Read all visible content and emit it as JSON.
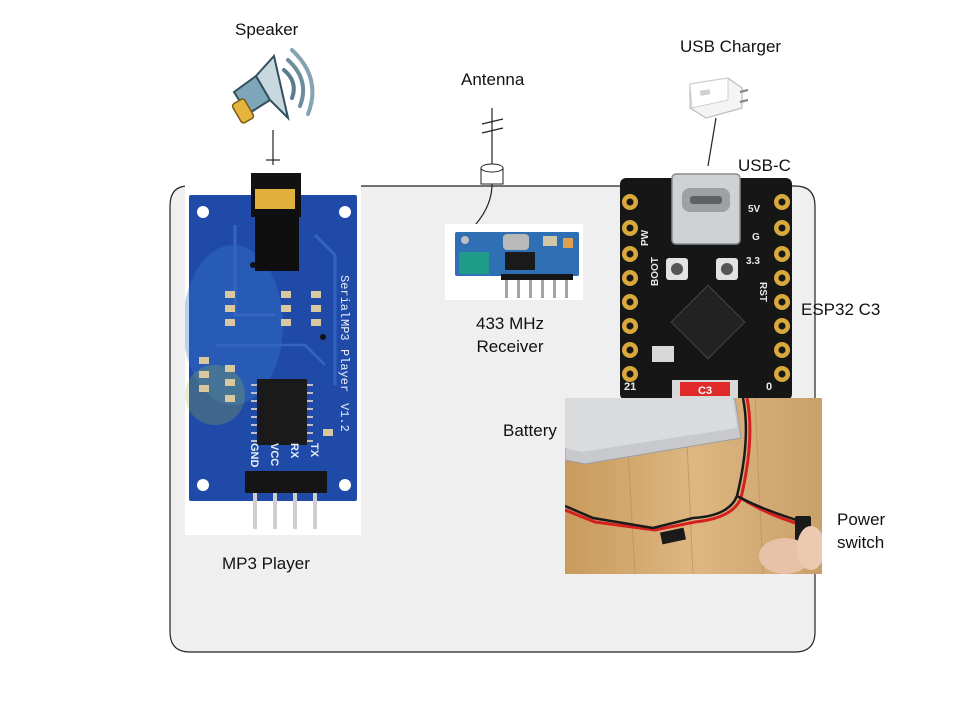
{
  "labels": {
    "speaker": "Speaker",
    "antenna": "Antenna",
    "usb_charger": "USB Charger",
    "usb_c": "USB-C",
    "esp32": "ESP32 C3",
    "receiver_line1": "433 MHz",
    "receiver_line2": "Receiver",
    "battery": "Battery",
    "mp3_player": "MP3 Player",
    "power_switch_line1": "Power",
    "power_switch_line2": "switch"
  },
  "mp3_board": {
    "silkscreen": [
      "Serial",
      "MP3",
      "Player",
      "V1.2"
    ],
    "pins": [
      "GND",
      "VCC",
      "RX",
      "TX"
    ]
  },
  "esp32_board": {
    "pins_left_top": "PW",
    "boot_label": "BOOT",
    "rst_label": "RST",
    "pin_5v": "5V",
    "pin_g": "G",
    "pin_33": "3.3",
    "pin_21": "21",
    "pin_0": "0",
    "chip_label": "C3"
  },
  "colors": {
    "enclosure_fill": "#efefef",
    "enclosure_stroke": "#222222",
    "mp3_pcb": "#1f4aa8",
    "esp32_pcb": "#161616",
    "receiver_pcb": "#2f6fb4",
    "pin_gold": "#d8a93a"
  }
}
